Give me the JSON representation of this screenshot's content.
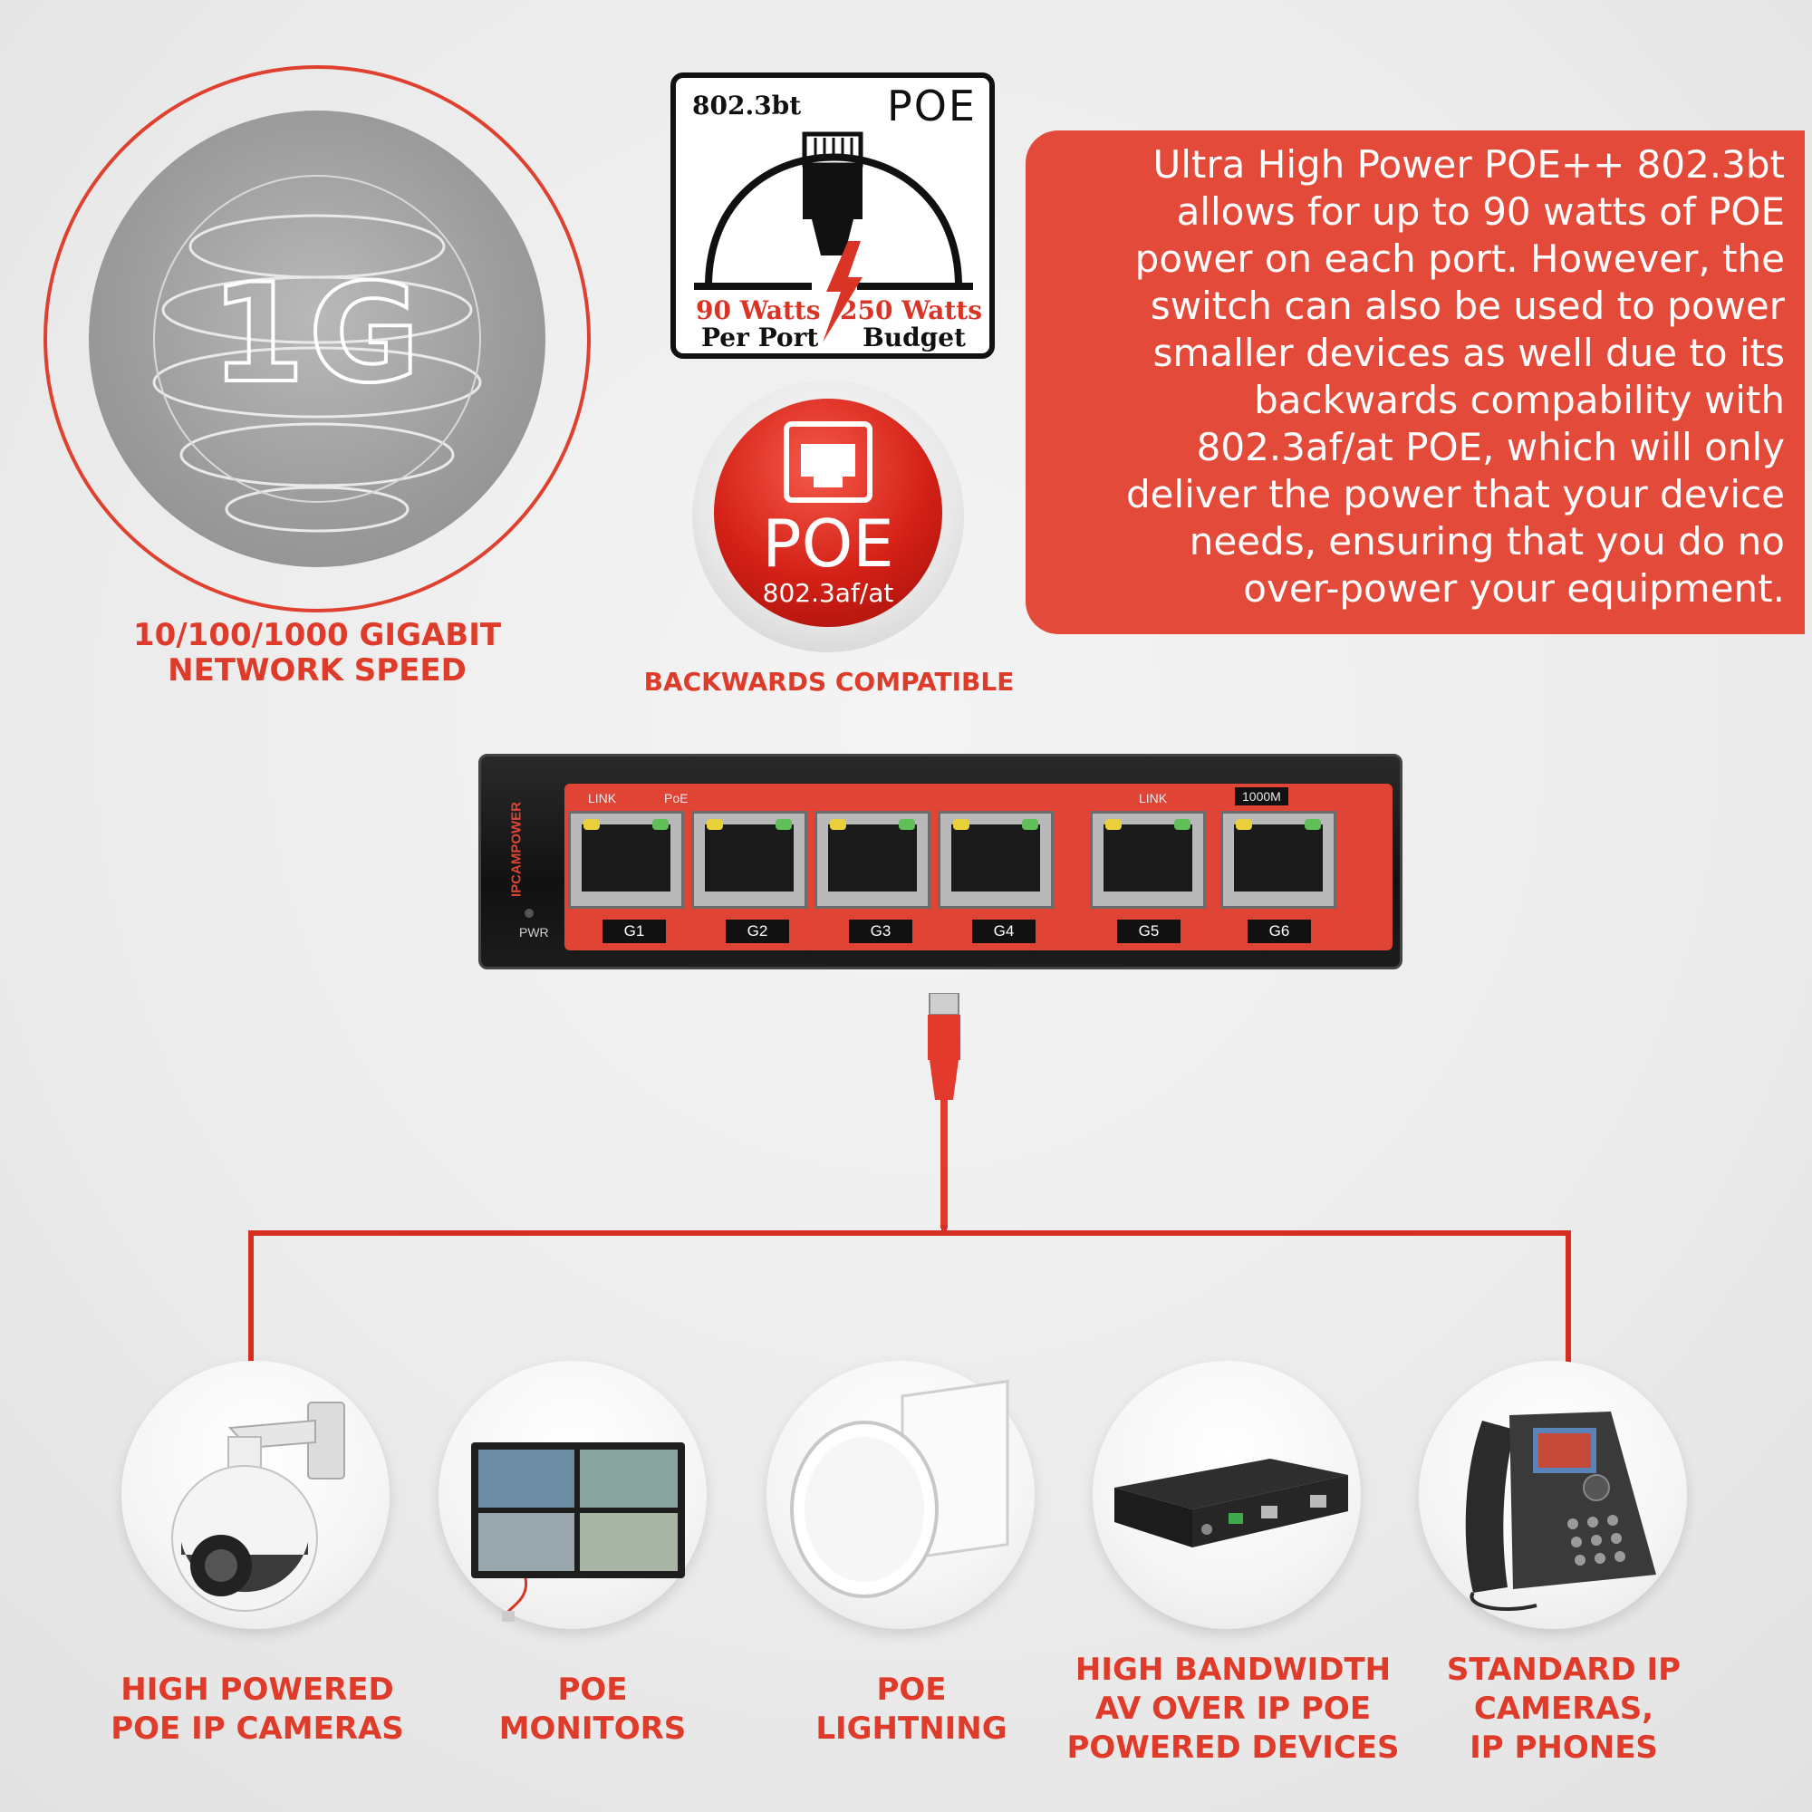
{
  "speed": {
    "badge_text": "1G",
    "label_line1": "10/100/1000 GIGABIT",
    "label_line2": "NETWORK SPEED"
  },
  "poe_badge": {
    "standard": "802.3bt",
    "poe_text": "POE",
    "per_port_watts": "90 Watts",
    "per_port_label": "Per Port",
    "budget_watts": "250 Watts",
    "budget_label": "Budget"
  },
  "poe_button": {
    "title": "POE",
    "standard": "802.3af/at",
    "label": "BACKWARDS COMPATIBLE"
  },
  "info_box": {
    "text": "Ultra High Power POE++ 802.3bt\nallows for up to 90 watts of POE\npower on each port. However, the\nswitch can also be used to  power\nsmaller devices as well due to its\nbackwards compability with\n802.3af/at POE,  which will only\ndeliver the power that your device\nneeds, ensuring that you do no\nover-power your equipment."
  },
  "switch": {
    "brand": "IPCAMPOWER",
    "pwr_label": "PWR",
    "link_label_left": "LINK",
    "poe_label": "PoE",
    "link_label_right": "LINK",
    "speed_label": "1000M",
    "ports": [
      "G1",
      "G2",
      "G3",
      "G4",
      "G5",
      "G6"
    ]
  },
  "devices": [
    {
      "line1": "HIGH POWERED",
      "line2": "POE IP CAMERAS",
      "line3": "",
      "icon": "ptz-camera-icon"
    },
    {
      "line1": "POE",
      "line2": "MONITORS",
      "line3": "",
      "icon": "monitor-icon"
    },
    {
      "line1": "POE",
      "line2": "LIGHTNING",
      "line3": "",
      "icon": "panel-light-icon"
    },
    {
      "line1": "HIGH BANDWIDTH",
      "line2": "AV OVER IP POE",
      "line3": "POWERED DEVICES",
      "icon": "av-encoder-icon"
    },
    {
      "line1": "STANDARD IP",
      "line2": "CAMERAS,",
      "line3": "IP PHONES",
      "icon": "ip-phone-icon"
    }
  ],
  "colors": {
    "accent": "#de3b2a",
    "box": "#e34a3a",
    "switch_panel": "#e04434"
  }
}
